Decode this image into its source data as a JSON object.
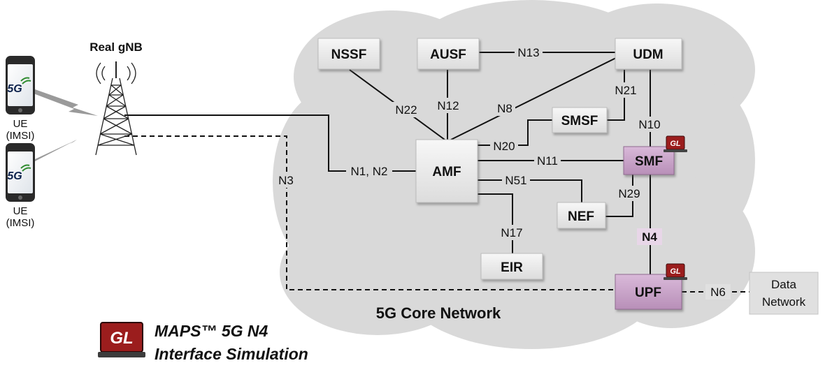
{
  "ran": {
    "gnb_label": "Real gNB",
    "ue": [
      {
        "logo": "5G",
        "label_line1": "UE",
        "label_line2": "(IMSI)"
      },
      {
        "logo": "5G",
        "label_line1": "UE",
        "label_line2": "(IMSI)"
      }
    ]
  },
  "core": {
    "title": "5G Core Network",
    "nodes": {
      "nssf": "NSSF",
      "ausf": "AUSF",
      "udm": "UDM",
      "smsf": "SMSF",
      "amf": "AMF",
      "smf": "SMF",
      "nef": "NEF",
      "eir": "EIR",
      "upf": "UPF"
    },
    "interfaces": {
      "n1n2": "N1, N2",
      "n3": "N3",
      "n4": "N4",
      "n6": "N6",
      "n8": "N8",
      "n10": "N10",
      "n11": "N11",
      "n12": "N12",
      "n13": "N13",
      "n17": "N17",
      "n20": "N20",
      "n21": "N21",
      "n22": "N22",
      "n29": "N29",
      "n51": "N51"
    },
    "badge": "GL"
  },
  "data_network": {
    "line1": "Data",
    "line2": "Network"
  },
  "caption": {
    "logo": "GL",
    "line1": "MAPS™ 5G N4",
    "line2": "Interface Simulation"
  },
  "colors": {
    "cloud": "#d9d9d9",
    "box_fill": "#e9e9e9",
    "highlight_fill": "#c9a6c9",
    "badge_red": "#9b1d1d",
    "label_bg": "#e6e6e6"
  }
}
